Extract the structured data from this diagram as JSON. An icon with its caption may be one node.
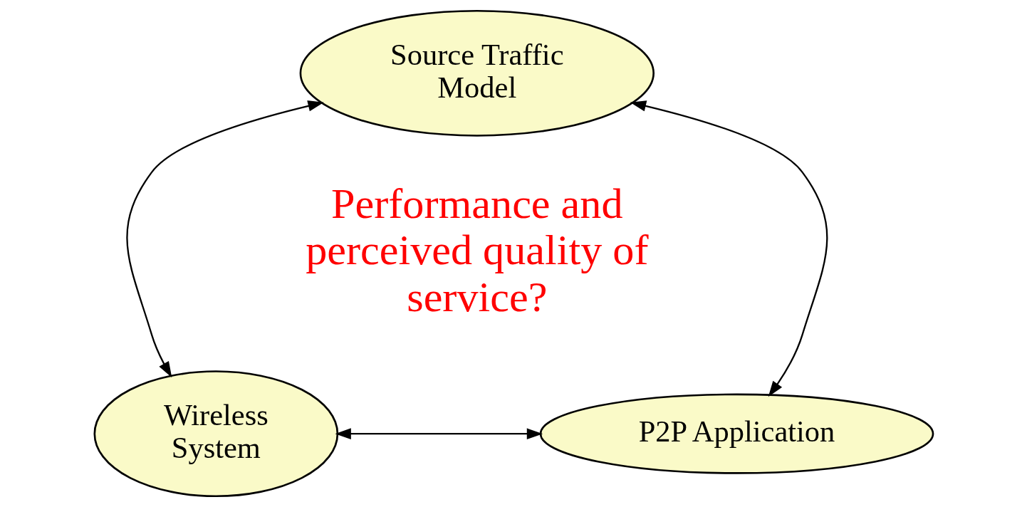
{
  "diagram": {
    "nodes": [
      {
        "text": [
          "Source Traffic Model"
        ]
      },
      {
        "text": [
          "Wireless System"
        ]
      },
      {
        "text": [
          "P2P Application"
        ]
      }
    ],
    "edges": [
      {
        "from": 0,
        "to": 1,
        "arrow": "both"
      },
      {
        "from": 0,
        "to": 2,
        "arrow": "both"
      },
      {
        "from": 1,
        "to": 2,
        "arrow": "both"
      }
    ],
    "labels": [
      "Performance and perceived quality of service?"
    ]
  }
}
